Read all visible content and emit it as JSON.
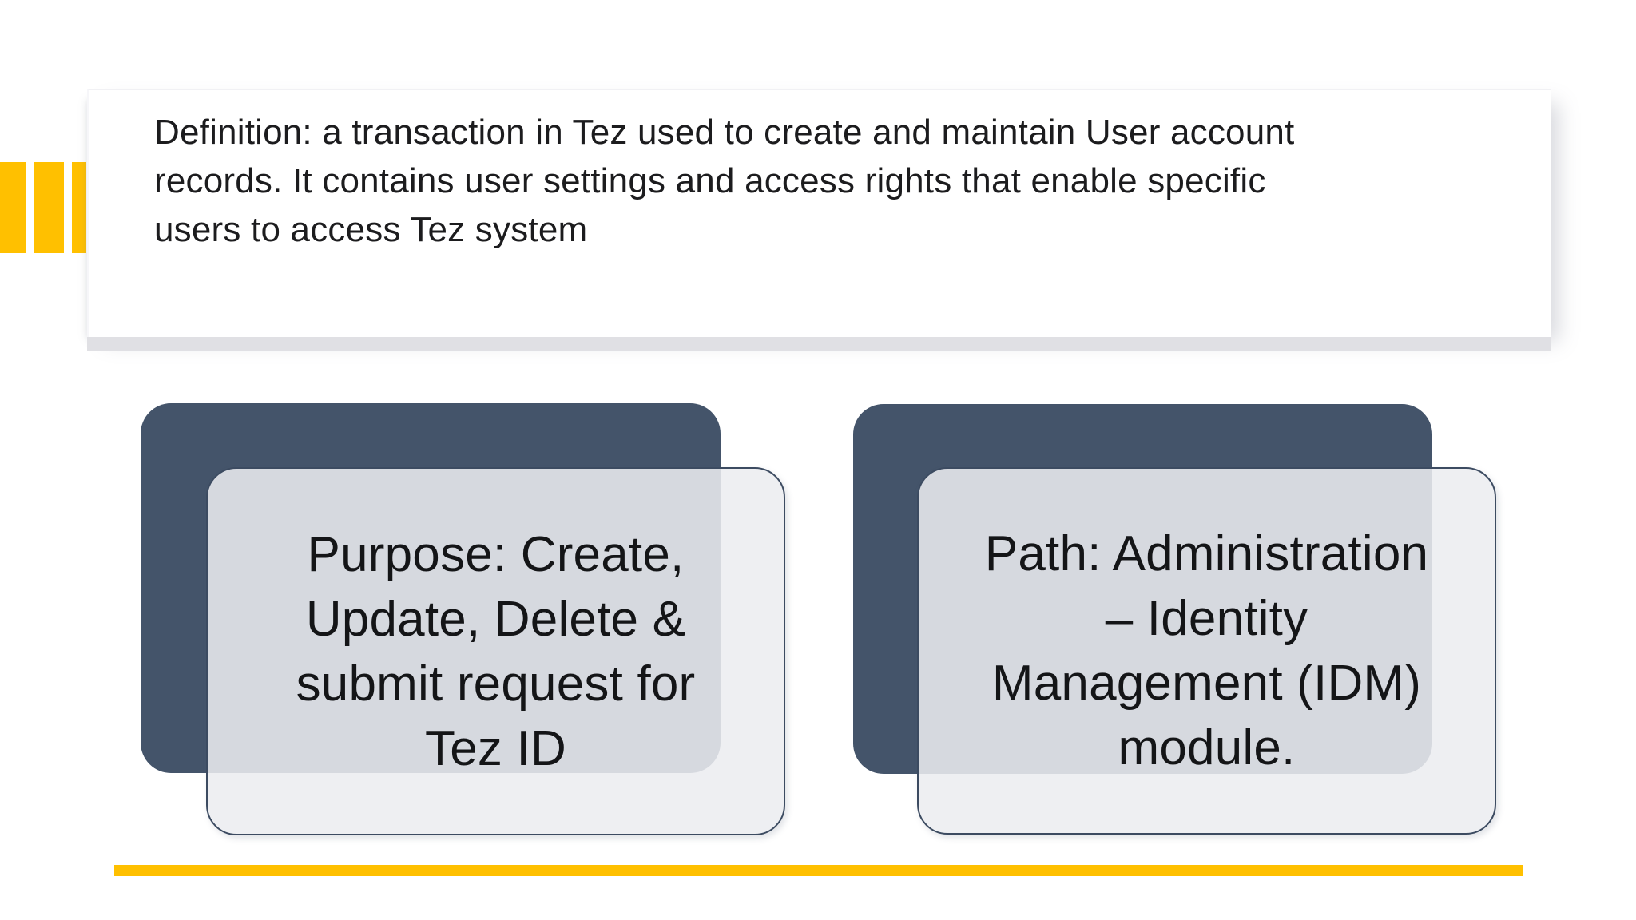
{
  "definition": {
    "text": "Definition: a transaction in Tez used to create and maintain User account\nrecords. It contains user settings and access rights that enable specific\nusers to access Tez system"
  },
  "cards": [
    {
      "name": "purpose",
      "text": "Purpose: Create,\nUpdate, Delete &\nsubmit request for\nTez ID"
    },
    {
      "name": "path",
      "text": "Path: Administration\n– Identity\nManagement (IDM)\nmodule."
    }
  ],
  "colors": {
    "accent_gold": "#FFC000",
    "navy_shape": "#44546A",
    "card_border": "#3C4B61",
    "card_fill": "#ECEDF0",
    "definition_shadow_band": "#E0E0E4",
    "text_dark": "#1C1C1E"
  }
}
